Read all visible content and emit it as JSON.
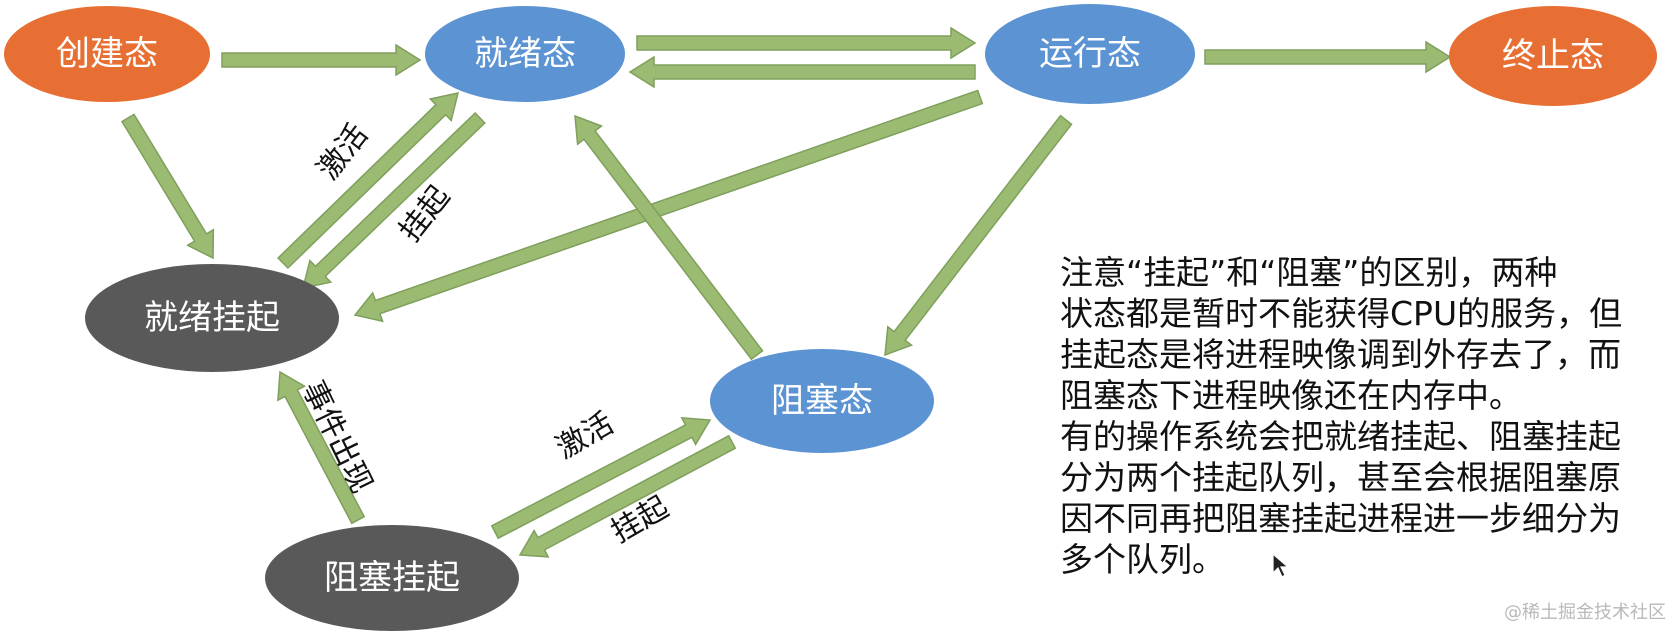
{
  "colors": {
    "orange_node": "#e86f33",
    "blue_node": "#5b93d3",
    "dark_node": "#595959",
    "arrow_fill": "#9bbb73"
  },
  "nodes": {
    "create": {
      "label": "创建态"
    },
    "ready": {
      "label": "就绪态"
    },
    "running": {
      "label": "运行态"
    },
    "terminated": {
      "label": "终止态"
    },
    "ready_suspended": {
      "label": "就绪挂起"
    },
    "blocked": {
      "label": "阻塞态"
    },
    "blocked_suspended": {
      "label": "阻塞挂起"
    }
  },
  "edge_labels": {
    "activate_ready": "激活",
    "suspend_ready": "挂起",
    "event_occurs": "事件出现",
    "activate_blocked": "激活",
    "suspend_blocked": "挂起"
  },
  "note_lines": [
    "注意“挂起”和“阻塞”的区别，两种",
    "状态都是暂时不能获得CPU的服务，但",
    "挂起态是将进程映像调到外存去了，而",
    "阻塞态下进程映像还在内存中。",
    "有的操作系统会把就绪挂起、阻塞挂起",
    "分为两个挂起队列，甚至会根据阻塞原",
    "因不同再把阻塞挂起进程进一步细分为",
    "多个队列。"
  ],
  "watermark": "@稀土掘金技术社区"
}
